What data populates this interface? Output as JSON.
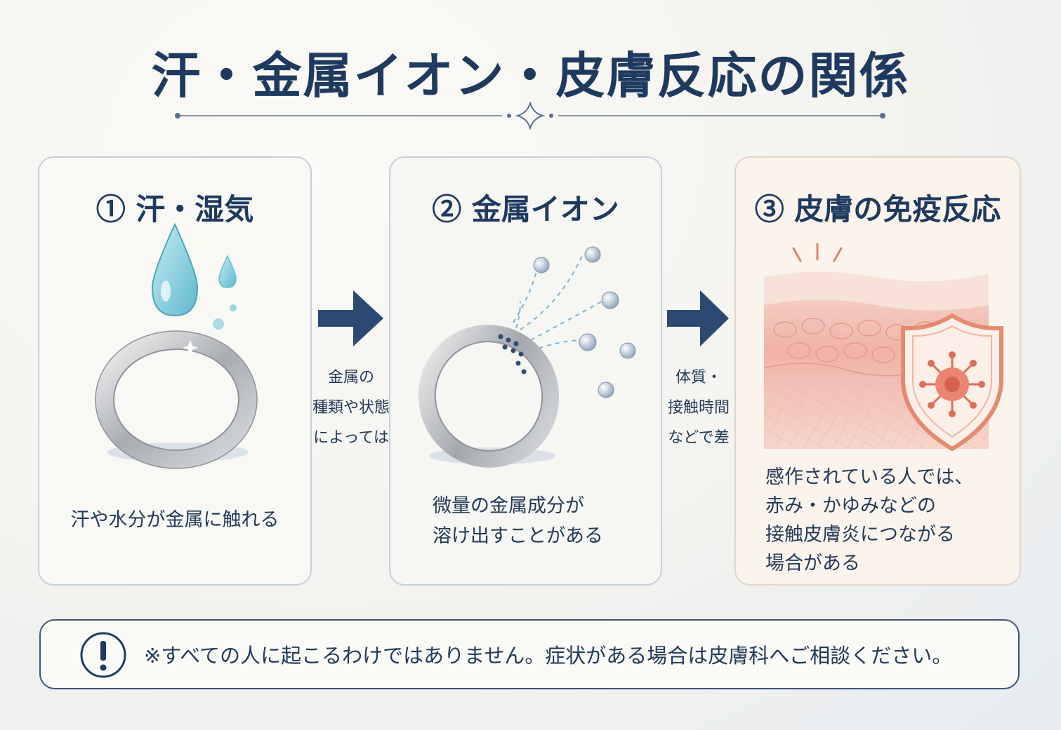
{
  "title": "汗・金属イオン・皮膚反応の関係",
  "steps": [
    {
      "title": "① 汗・湿気",
      "text": "汗や水分が金属に触れる"
    },
    {
      "title": "② 金属イオン",
      "text_lines": [
        "微量の金属成分が",
        "溶け出すことがある"
      ]
    },
    {
      "title": "③ 皮膚の免疫反応",
      "text_lines": [
        "感作されている人では、",
        "赤み・かゆみなどの",
        "接触皮膚炎につながる",
        "場合がある"
      ]
    }
  ],
  "arrows": [
    {
      "label_lines": [
        "金属の",
        "種類や状態",
        "によっては"
      ]
    },
    {
      "label_lines": [
        "体質・",
        "接触時間",
        "などで差"
      ]
    }
  ],
  "note": {
    "text": "※すべての人に起こるわけではありません。症状がある場合は皮膚科へご相談ください。"
  },
  "colors": {
    "navy": "#1e3a5f",
    "water": "#8fd0df",
    "skin": "#f2b7ad",
    "shield": "#e48a6f",
    "border": "#c5d0dc"
  }
}
